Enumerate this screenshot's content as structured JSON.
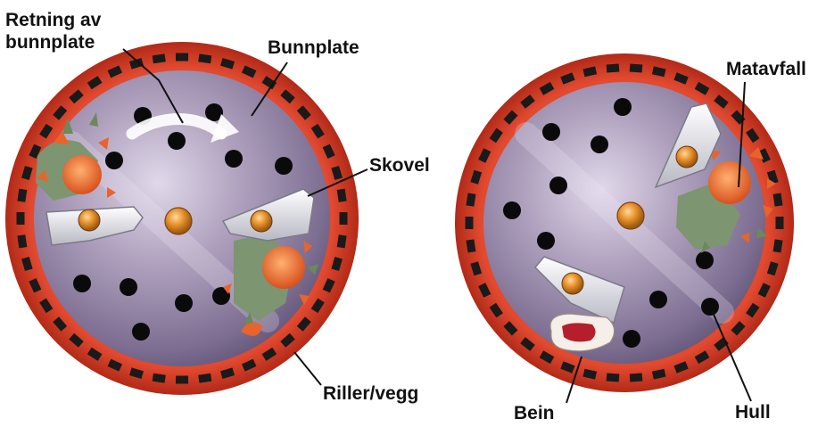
{
  "colors": {
    "background": "#ffffff",
    "rim": "#d63a25",
    "rim_dark": "#a82415",
    "rim_blocks": "#1a1a1a",
    "plate": "#9a8aa8",
    "plate_light": "#d8d0e4",
    "plate_dark": "#5e5070",
    "holes": "#0a0a0a",
    "impeller": "#e6e6ea",
    "hub": "#e0922c",
    "food_orange": "#e86a2a",
    "food_green": "#7a9a6a",
    "bone": "#f4ece6",
    "bone_red": "#b51e2a",
    "leader_lines": "#111111"
  },
  "labels": {
    "retning_line1": "Retning av",
    "retning_line2": "bunnplate",
    "bunnplate": "Bunnplate",
    "skovel": "Skovel",
    "riller": "Riller/vegg",
    "matavfall": "Matavfall",
    "bein": "Bein",
    "hull": "Hull"
  },
  "icons": {
    "rotation_arrow": "curved-arrow-icon"
  }
}
